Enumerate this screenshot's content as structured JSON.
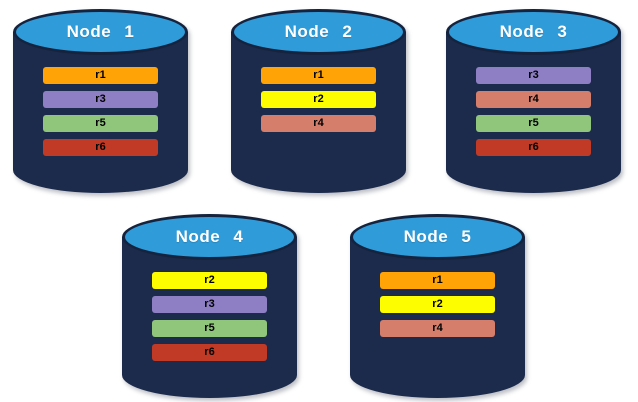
{
  "palette": {
    "background": "#FFFFFF",
    "cylinder_body": "#1C2B4C",
    "cylinder_top": "#2F9CD9",
    "cylinder_outline": "#15233E",
    "title_text": "#FFFFFF",
    "bar_text": "#000000"
  },
  "replica_colors": {
    "r1": "#FFA307",
    "r2": "#FDFD00",
    "r3": "#8E7FC5",
    "r4": "#D57E6B",
    "r5": "#90C67C",
    "r6": "#C03A25"
  },
  "nodes": [
    {
      "title": "Node 1",
      "bars": [
        {
          "label": "r1",
          "color": "#FFA307"
        },
        {
          "label": "r3",
          "color": "#8E7FC5"
        },
        {
          "label": "r5",
          "color": "#90C67C"
        },
        {
          "label": "r6",
          "color": "#C03A25"
        }
      ]
    },
    {
      "title": "Node 2",
      "bars": [
        {
          "label": "r1",
          "color": "#FFA307"
        },
        {
          "label": "r2",
          "color": "#FDFD00"
        },
        {
          "label": "r4",
          "color": "#D57E6B"
        }
      ]
    },
    {
      "title": "Node 3",
      "bars": [
        {
          "label": "r3",
          "color": "#8E7FC5"
        },
        {
          "label": "r4",
          "color": "#D57E6B"
        },
        {
          "label": "r5",
          "color": "#90C67C"
        },
        {
          "label": "r6",
          "color": "#C03A25"
        }
      ]
    },
    {
      "title": "Node 4",
      "bars": [
        {
          "label": "r2",
          "color": "#FDFD00"
        },
        {
          "label": "r3",
          "color": "#8E7FC5"
        },
        {
          "label": "r5",
          "color": "#90C67C"
        },
        {
          "label": "r6",
          "color": "#C03A25"
        }
      ]
    },
    {
      "title": "Node 5",
      "bars": [
        {
          "label": "r1",
          "color": "#FFA307"
        },
        {
          "label": "r2",
          "color": "#FDFD00"
        },
        {
          "label": "r4",
          "color": "#D57E6B"
        }
      ]
    }
  ]
}
